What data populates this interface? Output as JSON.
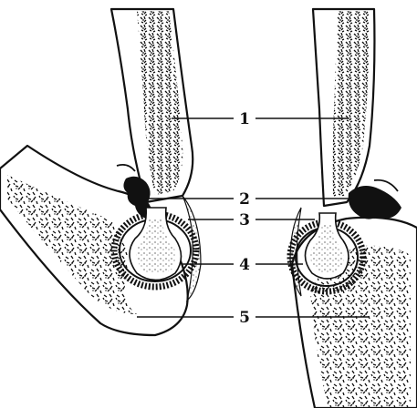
{
  "labels": [
    {
      "id": "1",
      "text": "1"
    },
    {
      "id": "2",
      "text": "2"
    },
    {
      "id": "3",
      "text": "3"
    },
    {
      "id": "4",
      "text": "4"
    },
    {
      "id": "5",
      "text": "5"
    }
  ],
  "colors": {
    "ink": "#111111",
    "paper": "#ffffff"
  }
}
